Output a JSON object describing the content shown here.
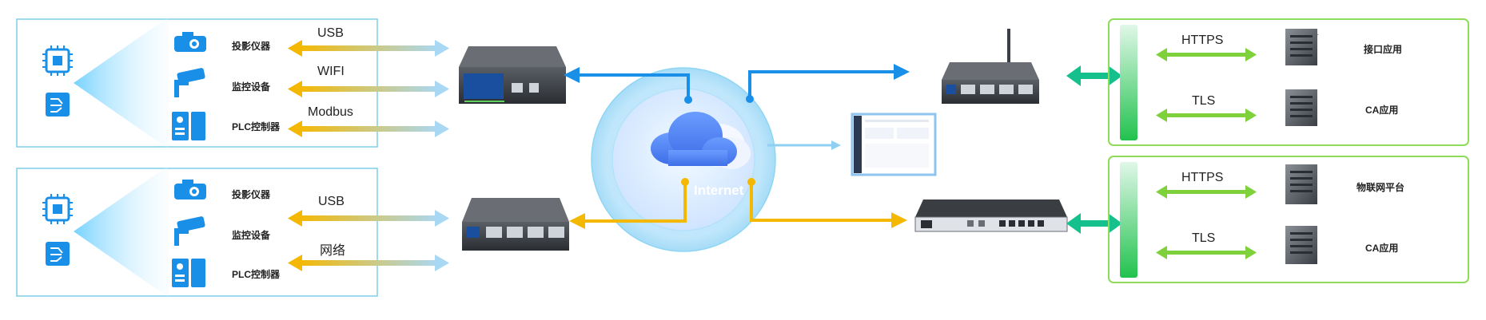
{
  "colors": {
    "blue_line": "#1a8fe8",
    "yellow_line": "#f4b800",
    "green_line": "#7fd13b",
    "panel_border_blue": "#7fcde8",
    "panel_border_green": "#8fdc5a",
    "teal_arrow": "#16c08c"
  },
  "left_panels": [
    {
      "devices": [
        {
          "label": "投影仪器",
          "icon": "projector-icon"
        },
        {
          "label": "监控设备",
          "icon": "cctv-camera-icon"
        },
        {
          "label": "PLC控制器",
          "icon": "plc-controller-icon"
        }
      ],
      "protocols": [
        "USB",
        "WIFI",
        "Modbus"
      ]
    },
    {
      "devices": [
        {
          "label": "投影仪器",
          "icon": "projector-icon"
        },
        {
          "label": "监控设备",
          "icon": "cctv-camera-icon"
        },
        {
          "label": "PLC控制器",
          "icon": "plc-controller-icon"
        }
      ],
      "protocols": [
        "USB",
        "网络"
      ]
    }
  ],
  "cloud": {
    "label": "Internet"
  },
  "right_panels": [
    {
      "links": [
        {
          "protocol": "HTTPS",
          "server": "接口应用"
        },
        {
          "protocol": "TLS",
          "server": "CA应用"
        }
      ]
    },
    {
      "links": [
        {
          "protocol": "HTTPS",
          "server": "物联网平台"
        },
        {
          "protocol": "TLS",
          "server": "CA应用"
        }
      ]
    }
  ]
}
